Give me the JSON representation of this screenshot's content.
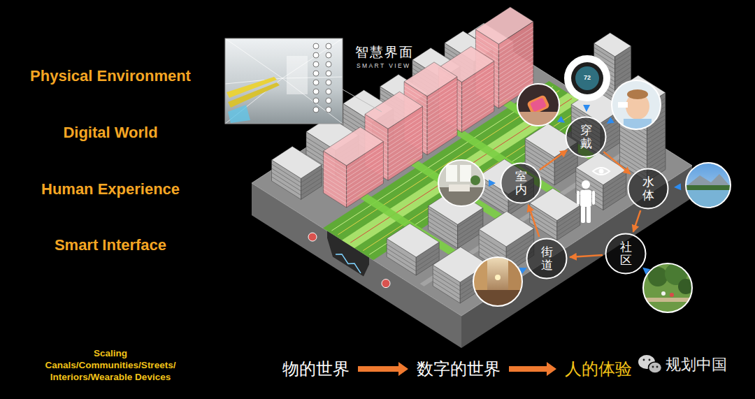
{
  "diagram": {
    "nodes": [
      {
        "text": [
          "穿戴"
        ]
      },
      {
        "text": [
          "室内"
        ]
      },
      {
        "text": [
          "水体"
        ]
      },
      {
        "text": [
          "街道"
        ]
      },
      {
        "text": [
          "社区"
        ]
      }
    ],
    "edges": [
      {
        "from": 2,
        "to": 4,
        "arrow": "to"
      },
      {
        "from": 4,
        "to": 3,
        "arrow": "to"
      },
      {
        "from": 3,
        "to": 1,
        "arrow": "to"
      },
      {
        "from": 1,
        "to": 0,
        "arrow": "to"
      },
      {
        "from": 0,
        "to": 2,
        "arrow": "to"
      }
    ],
    "labels": [
      "Physical Environment",
      "Digital World",
      "Human Experience",
      "Smart Interface",
      "智慧界面",
      "SMART VIEW",
      "72",
      "Scaling",
      "Canals/Communities/Streets/ Interiors/Wearable Devices",
      "物的世界",
      "数字的世界",
      "人的体验",
      "规划中国"
    ]
  }
}
